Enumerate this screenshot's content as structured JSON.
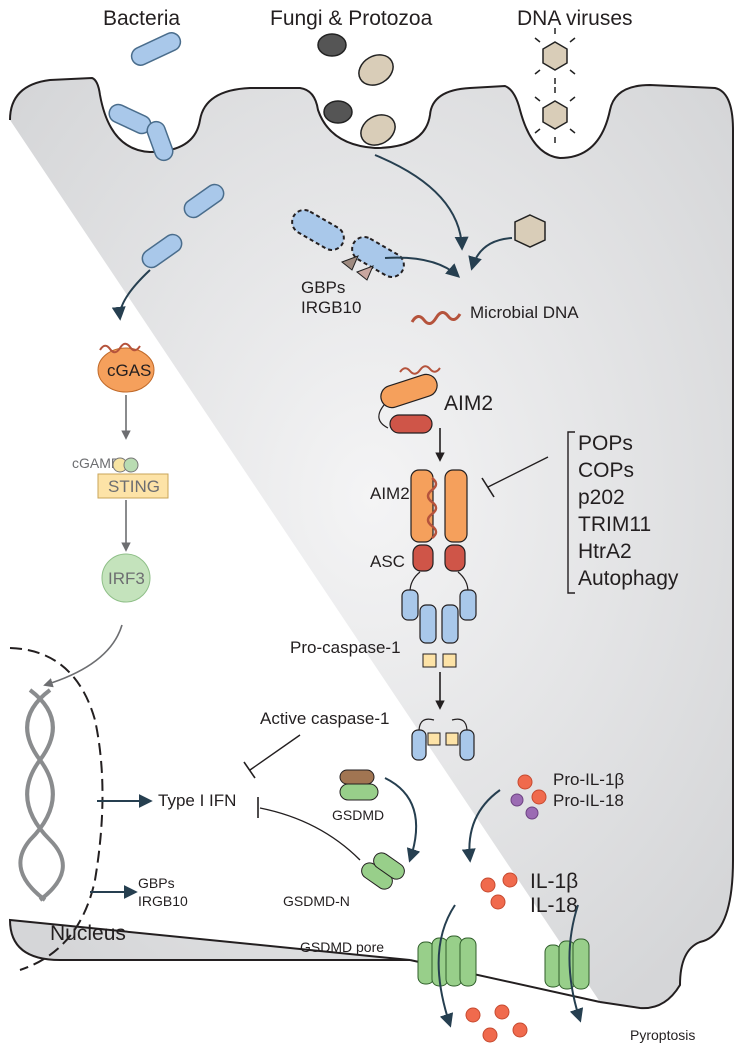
{
  "sources": {
    "bacteria": "Bacteria",
    "fungi_protozoa": "Fungi & Protozoa",
    "dna_viruses": "DNA viruses"
  },
  "labels": {
    "gbps_1": "GBPs",
    "irgb10_1": "IRGB10",
    "microbial_dna": "Microbial DNA",
    "cgas": "cGAS",
    "cgamp": "cGAMP",
    "sting": "STING",
    "irf3": "IRF3",
    "aim2_top": "AIM2",
    "aim2_complex": "AIM2",
    "asc": "ASC",
    "pro_caspase": "Pro-caspase-1",
    "active_caspase": "Active caspase-1",
    "type_i_ifn": "Type I IFN",
    "gsdmd": "GSDMD",
    "gsdmd_n": "GSDMD-N",
    "gsdmd_pore": "GSDMD pore",
    "pro_il1b": "Pro-IL-1β",
    "pro_il18": "Pro-IL-18",
    "il1b": "IL-1β",
    "il18": "IL-18",
    "gbps_2": "GBPs",
    "irgb10_2": "IRGB10",
    "nucleus": "Nucleus",
    "pyroptosis": "Pyroptosis"
  },
  "inhibitors": [
    "POPs",
    "COPs",
    "p202",
    "TRIM11",
    "HtrA2",
    "Autophagy"
  ],
  "colors": {
    "cell_fill": "#e6e7e8",
    "bacteria_blue": "#a9c8ea",
    "aim2_orange": "#f5a05c",
    "asc_red": "#cf5548",
    "gsdmd_green": "#98cf8a",
    "cytokine_red": "#f06a4d",
    "cytokine_purple": "#9b6bb3",
    "arrow": "#263f50"
  }
}
